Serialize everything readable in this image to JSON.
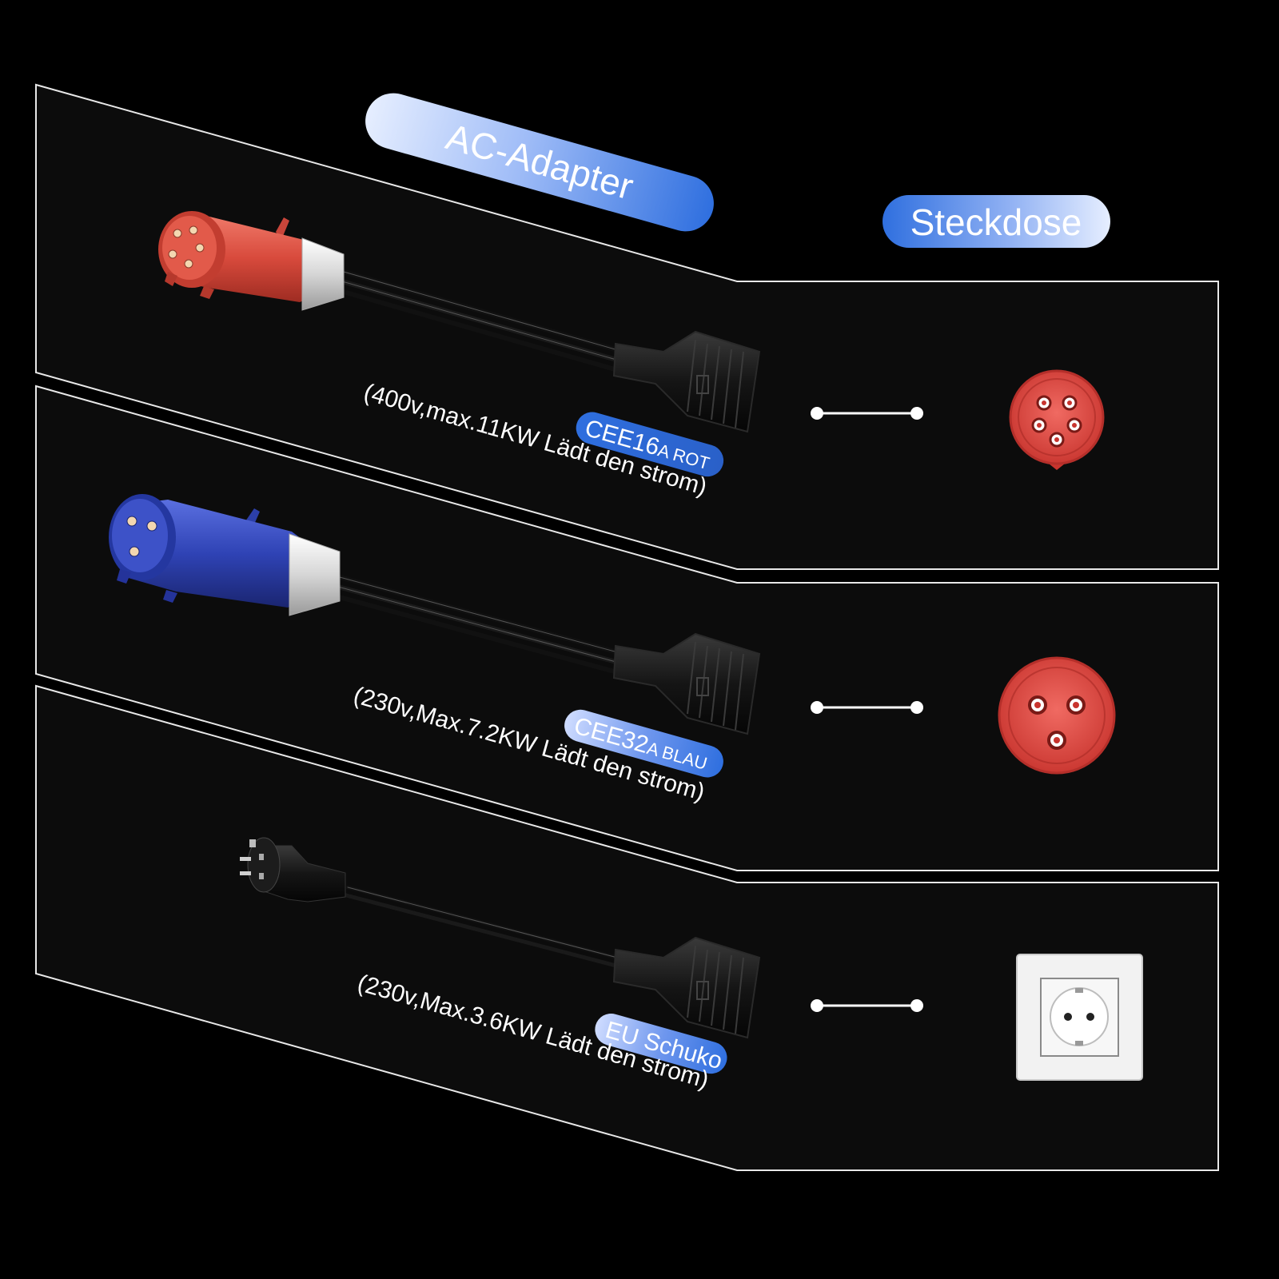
{
  "header": {
    "ac_adapter_label": "AC-Adapter",
    "steckdose_label": "Steckdose"
  },
  "adapters": [
    {
      "plug_color": "#d84a3c",
      "name_main": "CEE16",
      "name_suffix": "A ROT",
      "spec": "(400v,max.11KW Lädt den strom)",
      "socket": "cee16-red-5pin-socket"
    },
    {
      "plug_color": "#2f43b5",
      "name_main": "CEE32",
      "name_suffix": "A BLAU",
      "spec": "(230v,Max.7.2KW Lädt den strom)",
      "socket": "cee32-red-3pin-socket"
    },
    {
      "plug_color": "#1a1a1a",
      "name_main": "EU Schuko",
      "name_suffix": "",
      "spec": "(230v,Max.3.6KW Lädt den strom)",
      "socket": "schuko-wall-socket"
    }
  ],
  "colors": {
    "background": "#000000",
    "panel_fill": "#0c0c0c",
    "panel_stroke": "#e8e8e8",
    "accent_blue": "#2f72e0",
    "accent_light": "#e3ecff",
    "socket_red": "#e3504b"
  }
}
